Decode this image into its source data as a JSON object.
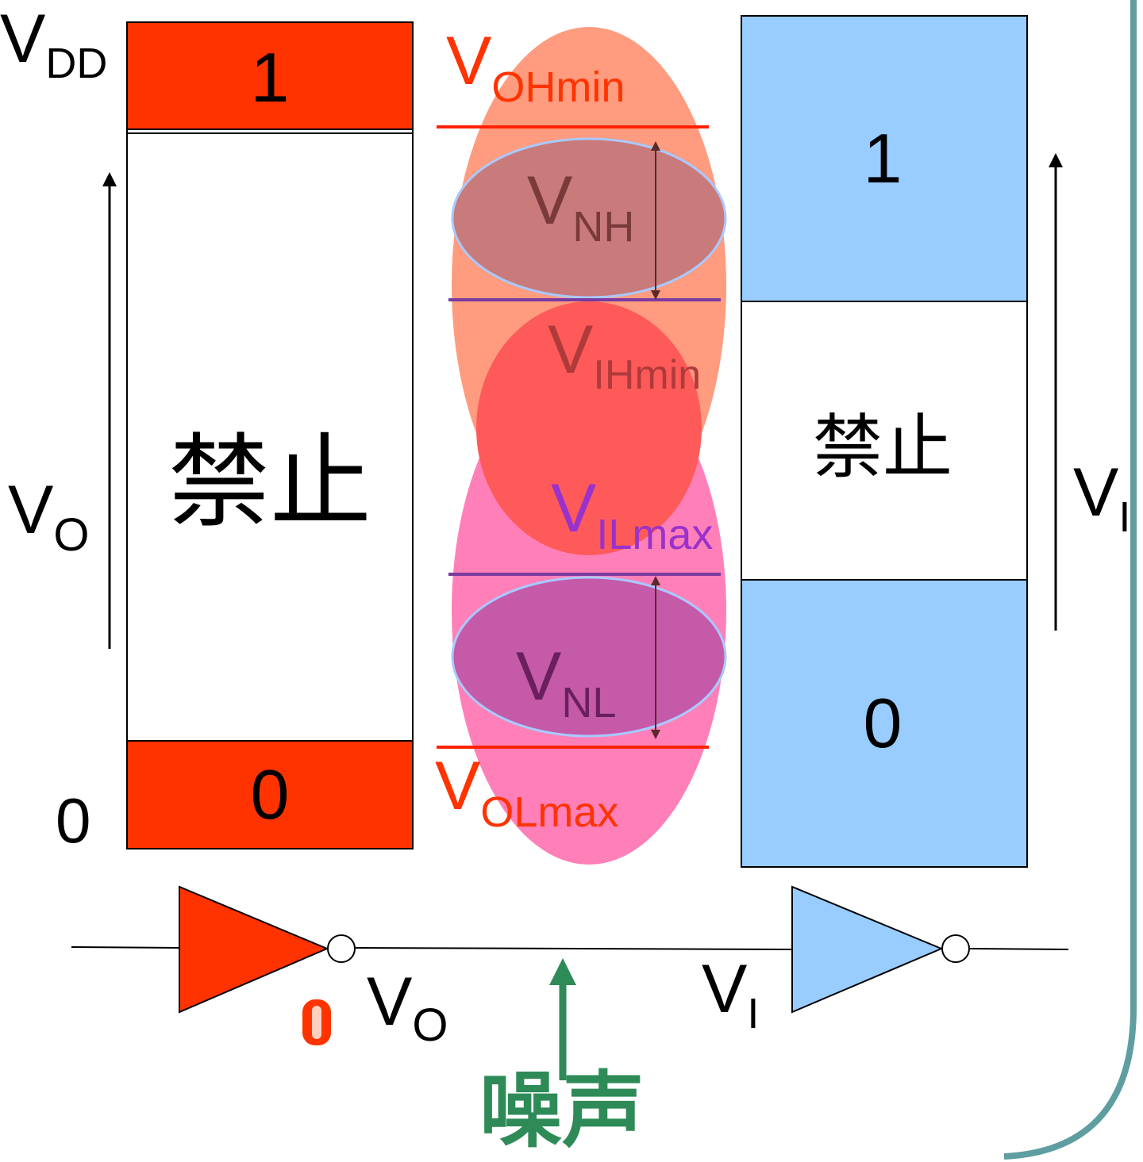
{
  "colors": {
    "output_red": "#ff3300",
    "input_blue": "#99ccff",
    "noise_green": "#2e8b57",
    "frame_teal": "#5f9ea0",
    "vnh_label": "#7a3a3a",
    "vnl_label": "#6a1f5e",
    "vih_label": "#b03a3a",
    "vil_label": "#9932cc",
    "red_line": "#ff2200",
    "purple_line": "#7a3aa0"
  },
  "output_levels": {
    "vdd_main": "V",
    "vdd_sub": "DD",
    "zero": "0",
    "high_block": "1",
    "forbidden": "禁止",
    "low_block": "0",
    "axis_main": "V",
    "axis_sub": "O"
  },
  "thresholds": {
    "voh_main": "V",
    "voh_sub": "OHmin",
    "vnh_main": "V",
    "vnh_sub": "NH",
    "vih_main": "V",
    "vih_sub": "IHmin",
    "vil_main": "V",
    "vil_sub": "ILmax",
    "vnl_main": "V",
    "vnl_sub": "NL",
    "vol_main": "V",
    "vol_sub": "OLmax"
  },
  "input_levels": {
    "high_block": "1",
    "forbidden": "禁止",
    "low_block": "0",
    "axis_main": "V",
    "axis_sub": "I"
  },
  "circuit": {
    "vo_main": "V",
    "vo_sub": "O",
    "vi_main": "V",
    "vi_sub": "I",
    "noise": "噪声"
  },
  "icons": {
    "output_gate": "inverter-icon",
    "input_gate": "inverter-icon",
    "noise_arrow": "arrow-up-icon"
  }
}
